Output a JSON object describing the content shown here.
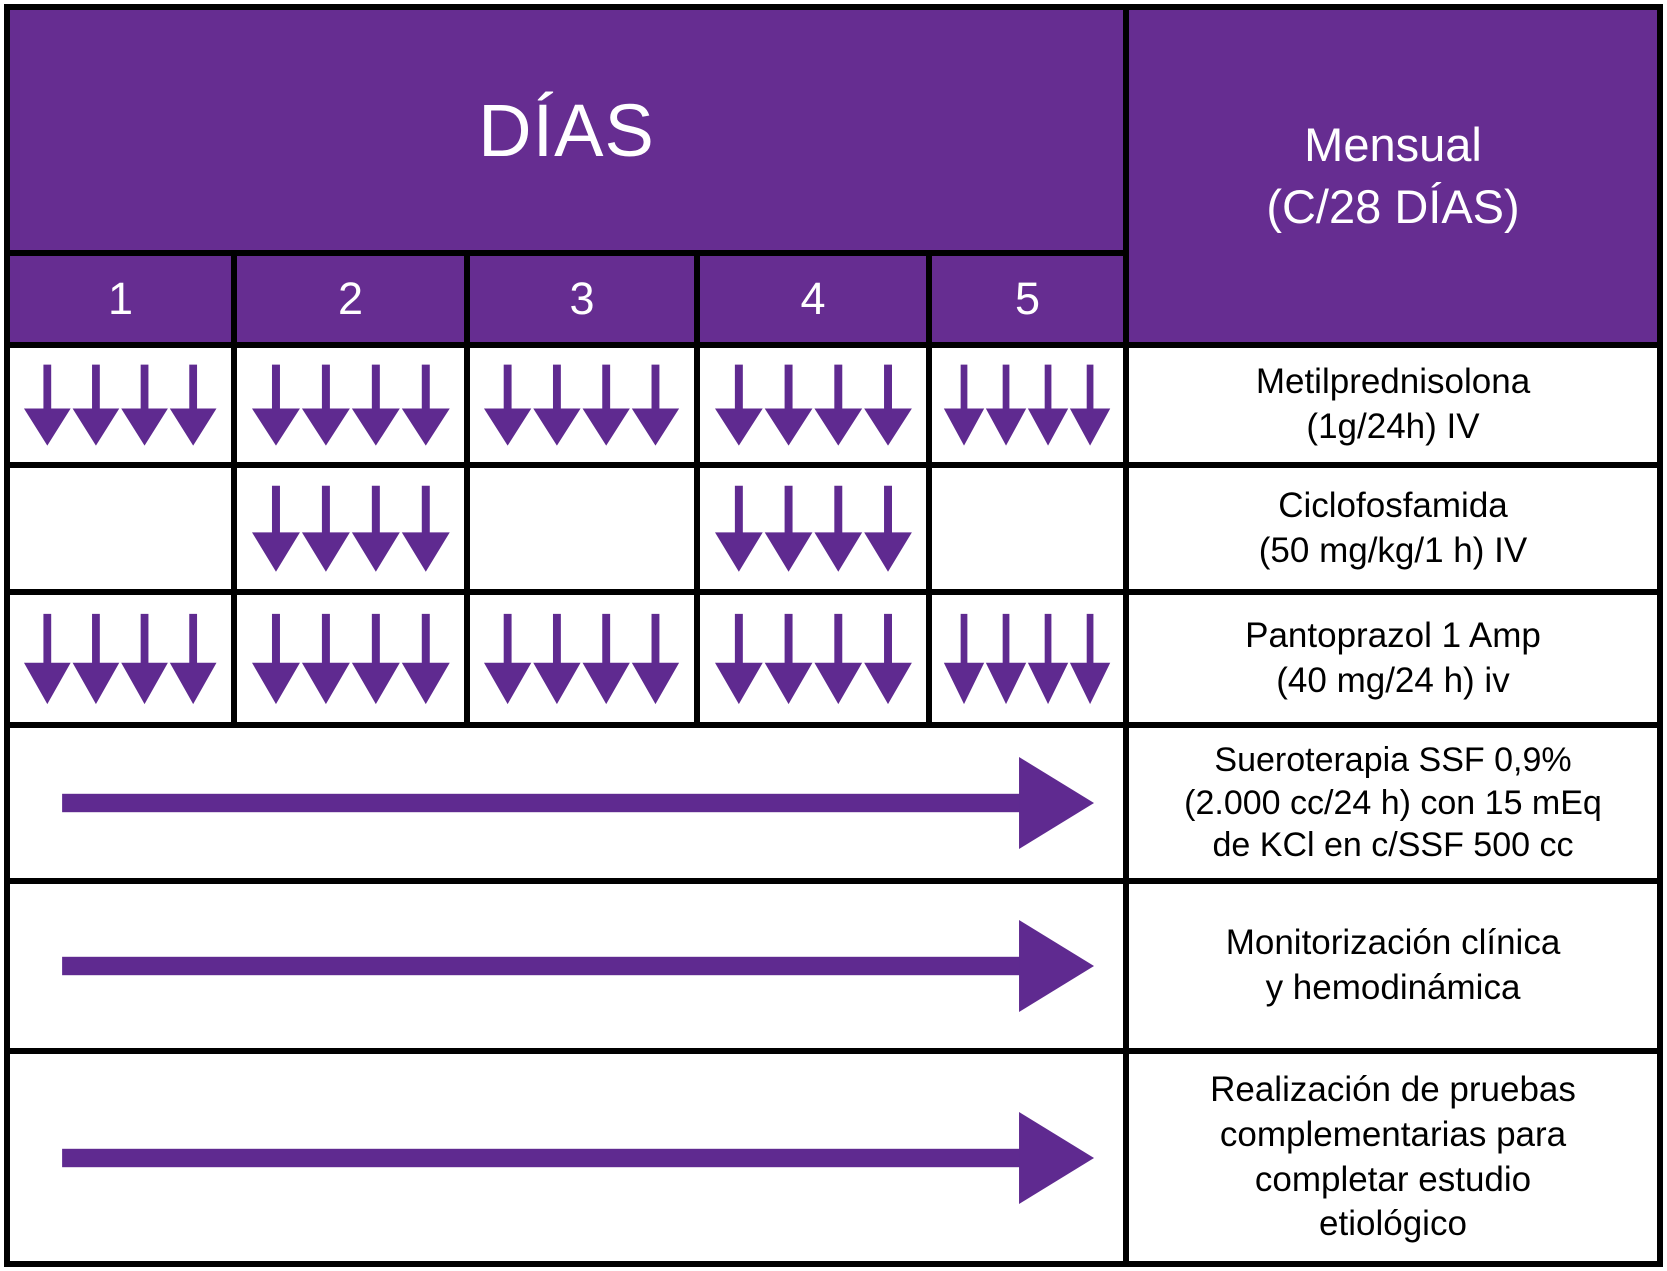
{
  "figure": {
    "days_header": "DÍAS",
    "monthly_header": {
      "line1": "Mensual",
      "line2": "(C/28 DÍAS)"
    },
    "day_numbers": [
      "1",
      "2",
      "3",
      "4",
      "5"
    ],
    "rows": [
      {
        "id": "metilprednisolona",
        "label_lines": [
          "Metilprednisolona",
          "(1g/24h) IV"
        ],
        "schedule_type": "daily_arrows",
        "days_with_arrows": [
          1,
          2,
          3,
          4,
          5
        ],
        "arrows_per_day": 4
      },
      {
        "id": "ciclofosfamida",
        "label_lines": [
          "Ciclofosfamida",
          "(50 mg/kg/1 h) IV"
        ],
        "schedule_type": "daily_arrows",
        "days_with_arrows": [
          2,
          4
        ],
        "arrows_per_day": 4
      },
      {
        "id": "pantoprazol",
        "label_lines": [
          "Pantoprazol 1 Amp",
          "(40 mg/24 h) iv"
        ],
        "schedule_type": "daily_arrows",
        "days_with_arrows": [
          1,
          2,
          3,
          4,
          5
        ],
        "arrows_per_day": 4
      },
      {
        "id": "sueroterapia",
        "label_lines": [
          "Sueroterapia SSF 0,9%",
          "(2.000 cc/24 h) con 15 mEq",
          "de KCl en c/SSF 500 cc"
        ],
        "schedule_type": "continuous_arrow",
        "spans_days": [
          1,
          5
        ]
      },
      {
        "id": "monitorizacion",
        "label_lines": [
          "Monitorización clínica",
          "y hemodinámica"
        ],
        "schedule_type": "continuous_arrow",
        "spans_days": [
          1,
          5
        ]
      },
      {
        "id": "pruebas_complementarias",
        "label_lines": [
          "Realización de pruebas",
          "complementarias para",
          "completar estudio",
          "etiológico"
        ],
        "schedule_type": "continuous_arrow",
        "spans_days": [
          1,
          5
        ]
      }
    ],
    "colors": {
      "header_purple": "#662D91",
      "arrow_purple": "#5F2A90",
      "grid_line": "#000000",
      "cell_background": "#FFFFFF",
      "header_text": "#FFFFFF",
      "body_text": "#000000"
    }
  }
}
